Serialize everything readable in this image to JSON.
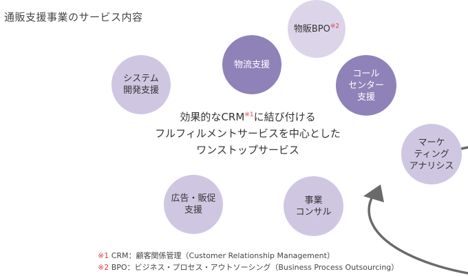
{
  "title": "通販支援事業のサービス内容",
  "nodes": {
    "bpo": {
      "label": "物販BPO",
      "mark": "※2"
    },
    "logistics": {
      "label": "物流支援"
    },
    "system": {
      "label": "システム\n開発支援"
    },
    "callcenter": {
      "label": "コール\nセンター\n支援"
    },
    "marketing": {
      "label": "マーケ\nティング\nアナリシス"
    },
    "consulting": {
      "label": "事業\nコンサル"
    },
    "promotion": {
      "label": "広告・販促\n支援"
    }
  },
  "center": {
    "line1_pre": "効果的な",
    "line1_crm": "CRM",
    "line1_mark": "※1",
    "line1_post": "に結び付ける",
    "line2": "フルフィルメントサービスを中心とした",
    "line3": "ワンストップサービス"
  },
  "footnotes": [
    {
      "mark": "※1",
      "text": " CRM：顧客関係管理（Customer Relationship Management）"
    },
    {
      "mark": "※2",
      "text": " BPO：ビジネス・プロセス・アウトソーシング（Business Process Outsourcing）"
    }
  ],
  "colors": {
    "ring": "#6a6a6a",
    "node_dark": "#8f82b8",
    "node_light": "#cfc7e2",
    "note_mark": "#d8404c"
  }
}
